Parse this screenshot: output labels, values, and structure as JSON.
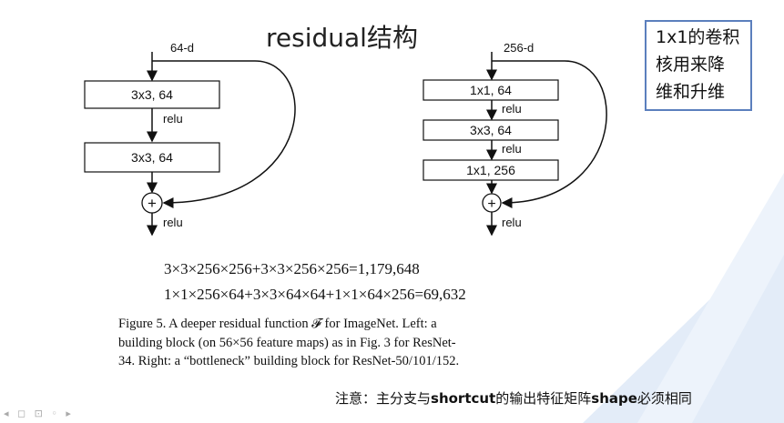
{
  "slide": {
    "title": "residual结构",
    "note_box": {
      "lines": [
        "1x1的卷积",
        "核用来降",
        "维和升维"
      ]
    },
    "left_block": {
      "input_label": "64-d",
      "layers": [
        "3x3, 64",
        "3x3, 64"
      ],
      "relu_labels": [
        "relu",
        "relu"
      ]
    },
    "right_block": {
      "input_label": "256-d",
      "layers": [
        "1x1, 64",
        "3x3, 64",
        "1x1, 256"
      ],
      "relu_labels": [
        "relu",
        "relu",
        "relu"
      ]
    },
    "formulas": [
      "3×3×256×256+3×3×256×256=1,179,648",
      "1×1×256×64+3×3×64×64+1×1×64×256=69,632"
    ],
    "caption_lines": [
      "Figure 5. A deeper residual function 𝓕 for ImageNet. Left: a",
      "building block (on 56×56 feature maps) as in Fig. 3 for ResNet-",
      "34. Right: a “bottleneck” building block for ResNet-50/101/152."
    ],
    "bottom_note": {
      "prefix": "注意：主分支与",
      "bold1": "shortcut",
      "middle": "的输出特征矩阵",
      "bold2": "shape",
      "suffix": "必须相同"
    },
    "add_symbol": "+",
    "toolbar_icons": "◂ ◻ ⊡ ◦ ▸",
    "colors": {
      "accent_triangle": "#dbe7f6",
      "note_border": "#5b7fbd"
    }
  }
}
